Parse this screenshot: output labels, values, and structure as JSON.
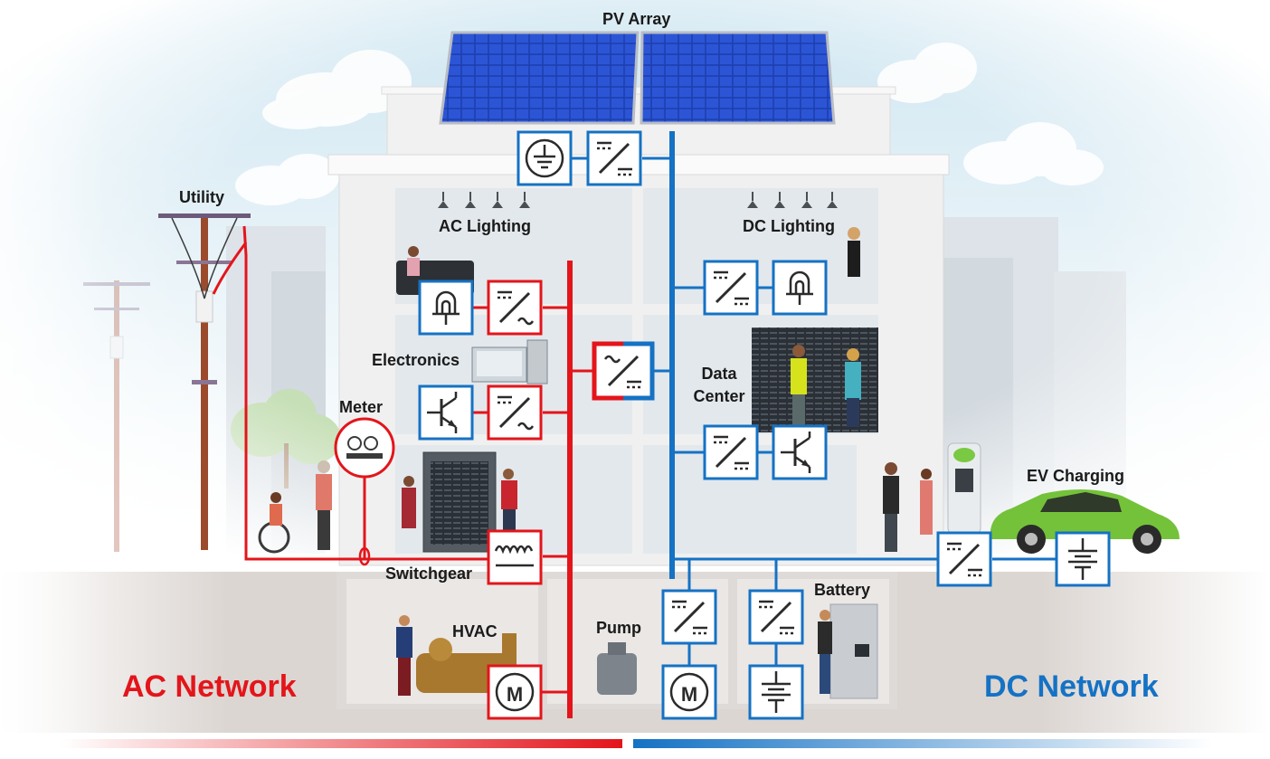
{
  "labels": {
    "pv_array": "PV Array",
    "utility": "Utility",
    "ac_lighting": "AC Lighting",
    "dc_lighting": "DC Lighting",
    "electronics": "Electronics",
    "data_center": "Data Center",
    "meter": "Meter",
    "ev_charging": "EV Charging",
    "switchgear": "Switchgear",
    "hvac": "HVAC",
    "pump": "Pump",
    "battery": "Battery"
  },
  "networks": {
    "ac": "AC Network",
    "dc": "DC Network"
  },
  "colors": {
    "ac": "#e3151b",
    "dc": "#1572c4",
    "text": "#1a1a1a"
  },
  "icons": {
    "motor_letter": "M"
  }
}
